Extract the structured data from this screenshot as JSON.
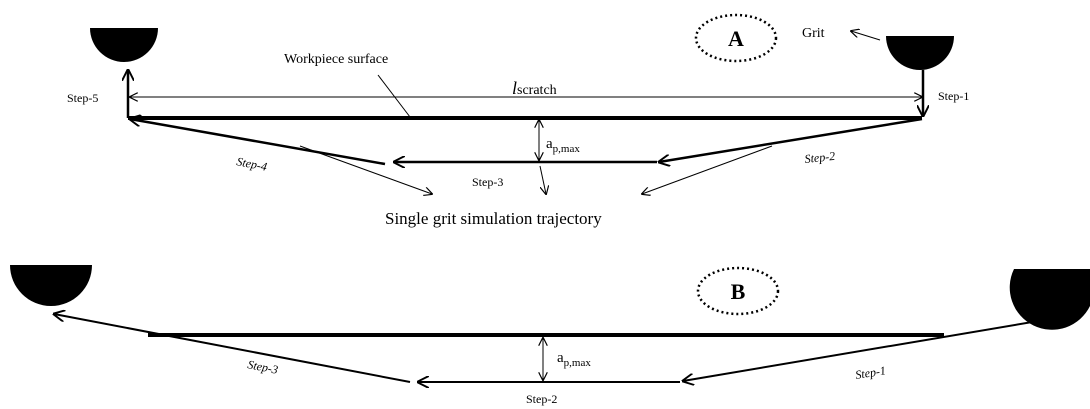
{
  "panel_a": {
    "label": "A",
    "grit_label": "Grit",
    "workpiece_label": "Workpiece surface",
    "scratch_length_symbol": "l",
    "scratch_length_sub": "scratch",
    "depth_main": "a",
    "depth_sub": "p,max",
    "steps": [
      "Step-1",
      "Step-2",
      "Step-3",
      "Step-4",
      "Step-5"
    ],
    "trajectory_label": "Single grit simulation trajectory"
  },
  "panel_b": {
    "label": "B",
    "depth_main": "a",
    "depth_sub": "p,max",
    "steps": [
      "Step-1",
      "Step-2",
      "Step-3"
    ]
  }
}
